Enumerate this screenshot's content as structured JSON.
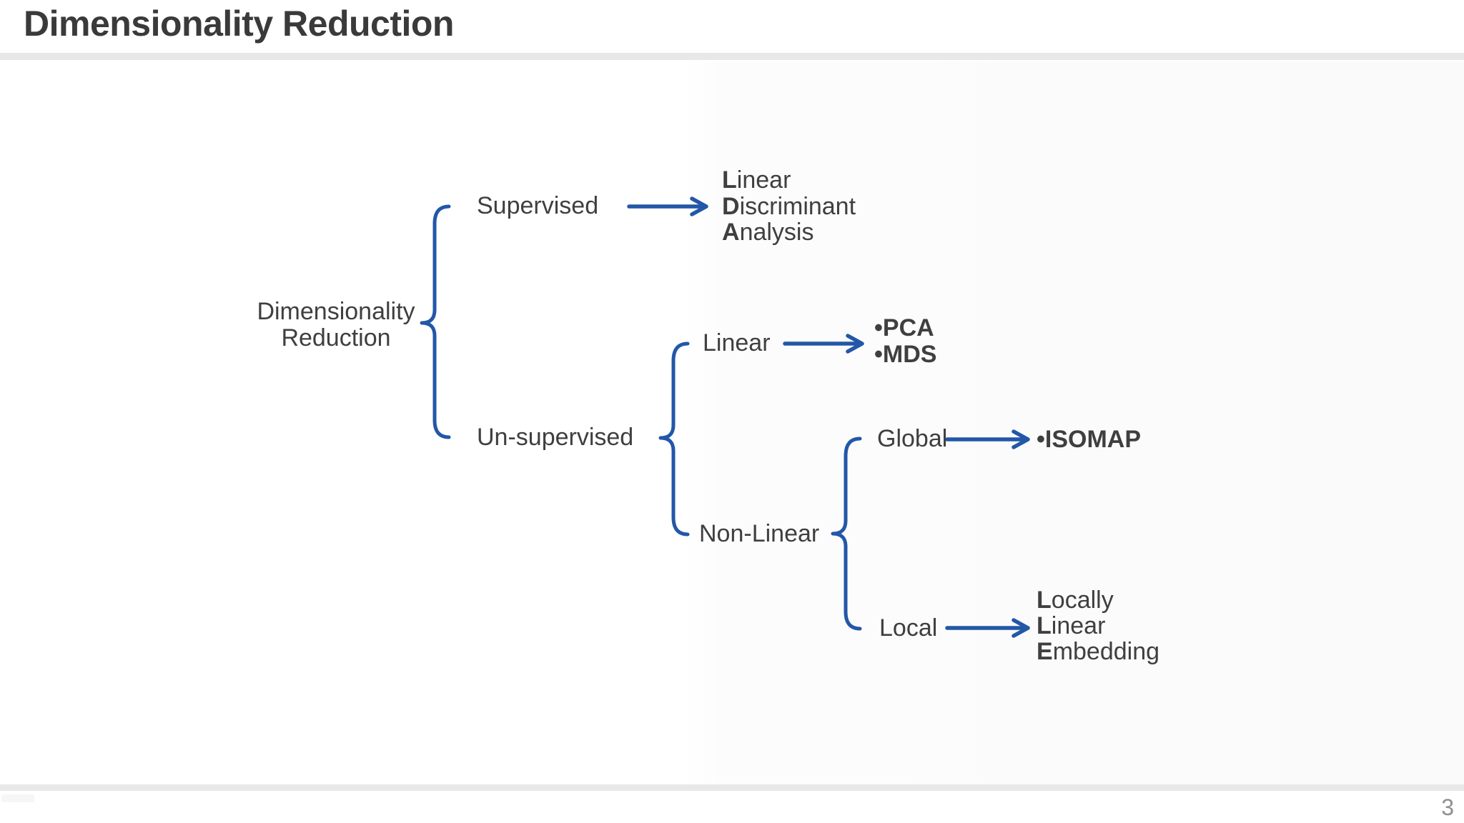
{
  "slide": {
    "title": "Dimensionality Reduction",
    "page_number": "3"
  },
  "colors": {
    "accent_blue": "#2357a7",
    "text_dark": "#3f3f3f",
    "divider_gray": "#e8e8e8",
    "page_number_gray": "#8f8f8f"
  },
  "diagram": {
    "root": {
      "line1": "Dimensionality",
      "line2": "Reduction"
    },
    "supervised_label": "Supervised",
    "unsupervised_label": "Un-supervised",
    "linear_label": "Linear",
    "nonlinear_label": "Non-Linear",
    "global_label": "Global",
    "local_label": "Local",
    "lda": {
      "lines": [
        {
          "bold": "L",
          "rest": "inear"
        },
        {
          "bold": "D",
          "rest": "iscriminant"
        },
        {
          "bold": "A",
          "rest": "nalysis"
        }
      ]
    },
    "linear_methods": [
      {
        "bullet": "•",
        "text": "PCA"
      },
      {
        "bullet": "•",
        "text": "MDS"
      }
    ],
    "global_methods": [
      {
        "bullet": "•",
        "text": "ISOMAP"
      }
    ],
    "lle": {
      "lines": [
        {
          "bold": "L",
          "rest": "ocally"
        },
        {
          "bold": "L",
          "rest": "inear"
        },
        {
          "bold": "E",
          "rest": "mbedding"
        }
      ]
    }
  }
}
